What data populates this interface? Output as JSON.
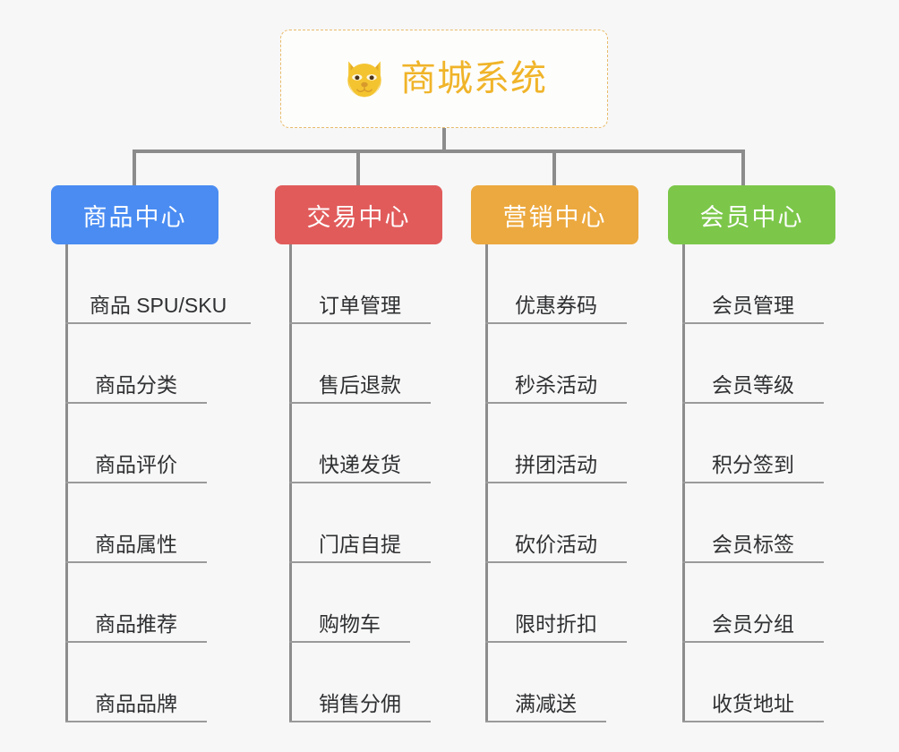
{
  "page": {
    "background_color": "#f7f7f7",
    "type": "org-chart"
  },
  "root": {
    "title": "商城系统",
    "icon": "dog-face-emoji",
    "border_color": "#e8bb6a",
    "text_color": "#f0b429",
    "background_color": "#fdfdfc"
  },
  "branches": [
    {
      "title": "商品中心",
      "color": "#4a8cf2",
      "items": [
        "商品 SPU/SKU",
        "商品分类",
        "商品评价",
        "商品属性",
        "商品推荐",
        "商品品牌"
      ]
    },
    {
      "title": "交易中心",
      "color": "#e15b5b",
      "items": [
        "订单管理",
        "售后退款",
        "快递发货",
        "门店自提",
        "购物车",
        "销售分佣"
      ]
    },
    {
      "title": "营销中心",
      "color": "#eca93f",
      "items": [
        "优惠券码",
        "秒杀活动",
        "拼团活动",
        "砍价活动",
        "限时折扣",
        "满减送"
      ]
    },
    {
      "title": "会员中心",
      "color": "#7cc74a",
      "items": [
        "会员管理",
        "会员等级",
        "积分签到",
        "会员标签",
        "会员分组",
        "收货地址"
      ]
    }
  ],
  "connector": {
    "color": "#8c8c8c"
  }
}
